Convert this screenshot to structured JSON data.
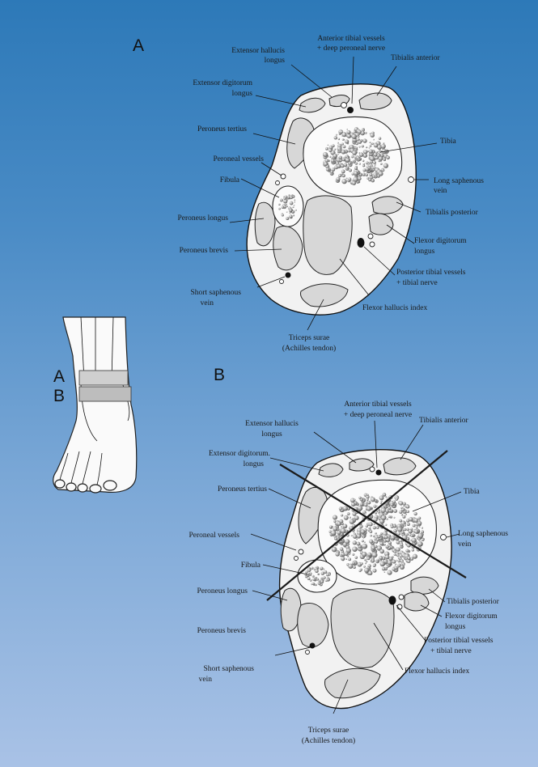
{
  "sectionA": {
    "letter": "A",
    "labels": {
      "ant_tib_l1": "Anterior tibial vessels",
      "ant_tib_l2": "+ deep peroneal nerve",
      "ext_hal_l1": "Extensor hallucis",
      "ext_hal_l2": "longus",
      "tib_ant": "Tibialis anterior",
      "ext_dig_l1": "Extensor digitorum",
      "ext_dig_l2": "longus",
      "per_tert": "Peroneus tertius",
      "tibia": "Tibia",
      "per_ves": "Peroneal vessels",
      "fibula": "Fibula",
      "long_saph_l1": "Long saphenous",
      "long_saph_l2": "vein",
      "tib_post": "Tibialis posterior",
      "per_long": "Peroneus longus",
      "flex_dig_l1": "Flexor digitorum",
      "flex_dig_l2": "longus",
      "per_brev": "Peroneus brevis",
      "post_tib_l1": "Posterior tibial vessels",
      "post_tib_l2": "+ tibial nerve",
      "short_saph_l1": "Short saphenous",
      "short_saph_l2": "vein",
      "flex_hal": "Flexor hallucis index",
      "triceps_l1": "Triceps surae",
      "triceps_l2": "(Achilles tendon)"
    }
  },
  "sectionB": {
    "letter": "B",
    "labels": {
      "ant_tib_l1": "Anterior tibial vessels",
      "ant_tib_l2": "+ deep peroneal nerve",
      "ext_hal_l1": "Extensor hallucis",
      "ext_hal_l2": "longus",
      "tib_ant": "Tibialis anterior",
      "ext_dig_l1": "Extensor digitorum.",
      "ext_dig_l2": "longus",
      "per_tert": "Peroneus tertius",
      "tibia": "Tibia",
      "per_ves": "Peroneal vessels",
      "long_saph_l1": "Long saphenous",
      "long_saph_l2": "vein",
      "fibula": "Fibula",
      "per_long": "Peroneus longus",
      "tib_post": "Tibialis posterior",
      "flex_dig_l1": "Flexor digitorum",
      "flex_dig_l2": "longus",
      "per_brev": "Peroneus brevis",
      "post_tib_l1": "Posterior tibial vessels",
      "post_tib_l2": "+ tibial nerve",
      "short_saph_l1": "Short saphenous",
      "short_saph_l2": "vein",
      "flex_hal": "Flexor hallucis index",
      "triceps_l1": "Triceps surae",
      "triceps_l2": "(Achilles tendon)"
    }
  },
  "leg": {
    "level_a": "A",
    "level_b": "B"
  }
}
